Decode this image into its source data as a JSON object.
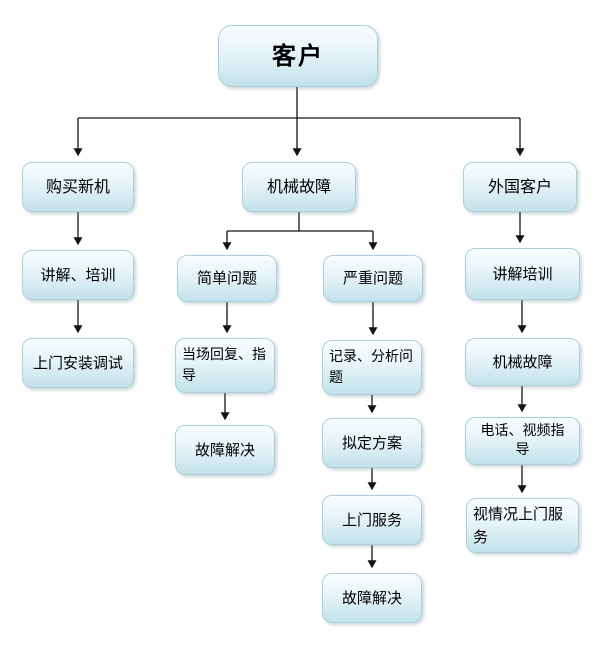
{
  "diagram": {
    "type": "flowchart",
    "arrow_color": "#141414",
    "box_fill_top": "#f8fcfe",
    "box_fill_bottom": "#c2e2ec",
    "box_border": "#a9cfda",
    "nodes": {
      "customer": {
        "label": "客户"
      },
      "buy_new_machine": {
        "label": "购买新机"
      },
      "mechanical_failure": {
        "label": "机械故障"
      },
      "foreign_customer": {
        "label": "外国客户"
      },
      "explain_training": {
        "label": "讲解、培训"
      },
      "onsite_install_debug": {
        "label": "上门安装调试"
      },
      "simple_problem": {
        "label": "简单问题"
      },
      "serious_problem": {
        "label": "严重问题"
      },
      "onspot_reply_guide": {
        "label": "当场回复、指导"
      },
      "fault_resolved_left": {
        "label": "故障解决"
      },
      "record_analyze_problem": {
        "label": "记录、分析问题"
      },
      "draft_plan": {
        "label": "拟定方案"
      },
      "onsite_service": {
        "label": "上门服务"
      },
      "fault_resolved_mid": {
        "label": "故障解决"
      },
      "explain_training_right": {
        "label": "讲解培训"
      },
      "mechanical_failure_right": {
        "label": "机械故障"
      },
      "phone_video_guide": {
        "label": "电话、视频指导"
      },
      "onsite_as_needed": {
        "label": "视情况上门服务"
      }
    },
    "edges": [
      {
        "from": "customer",
        "to": "buy_new_machine"
      },
      {
        "from": "customer",
        "to": "mechanical_failure"
      },
      {
        "from": "customer",
        "to": "foreign_customer"
      },
      {
        "from": "buy_new_machine",
        "to": "explain_training"
      },
      {
        "from": "explain_training",
        "to": "onsite_install_debug"
      },
      {
        "from": "mechanical_failure",
        "to": "simple_problem"
      },
      {
        "from": "mechanical_failure",
        "to": "serious_problem"
      },
      {
        "from": "simple_problem",
        "to": "onspot_reply_guide"
      },
      {
        "from": "onspot_reply_guide",
        "to": "fault_resolved_left"
      },
      {
        "from": "serious_problem",
        "to": "record_analyze_problem"
      },
      {
        "from": "record_analyze_problem",
        "to": "draft_plan"
      },
      {
        "from": "draft_plan",
        "to": "onsite_service"
      },
      {
        "from": "onsite_service",
        "to": "fault_resolved_mid"
      },
      {
        "from": "foreign_customer",
        "to": "explain_training_right"
      },
      {
        "from": "explain_training_right",
        "to": "mechanical_failure_right"
      },
      {
        "from": "mechanical_failure_right",
        "to": "phone_video_guide"
      },
      {
        "from": "phone_video_guide",
        "to": "onsite_as_needed"
      }
    ]
  }
}
